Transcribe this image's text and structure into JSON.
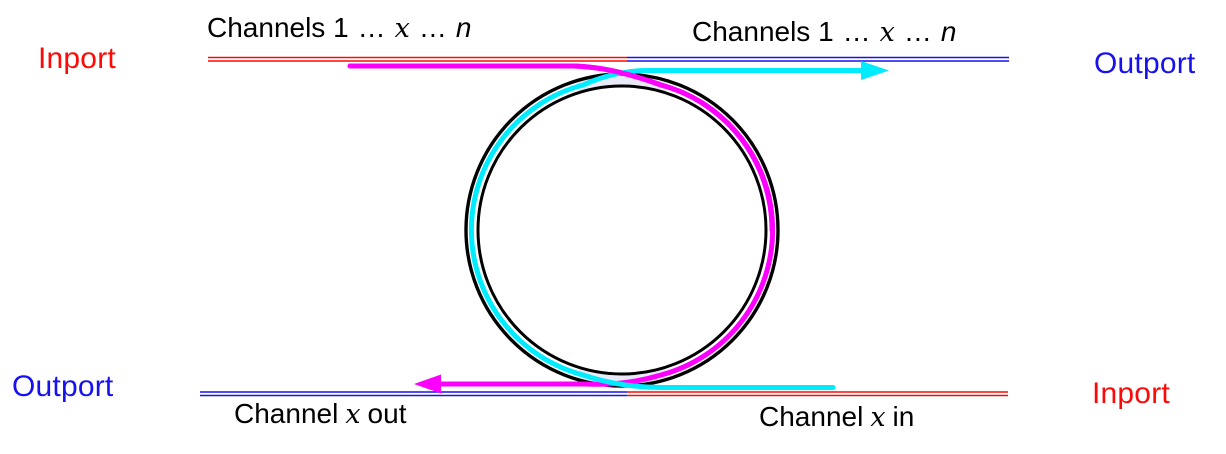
{
  "colors": {
    "red": "#fb0a07",
    "blue": "#1711ee",
    "magenta": "#fd00fd",
    "cyan": "#00ecfe",
    "black": "#000000",
    "pale_fill": "#e8ebf7",
    "background": "#ffffff"
  },
  "ports": {
    "top_left": "Inport",
    "top_right": "Outport",
    "bottom_left": "Outport",
    "bottom_right": "Inport"
  },
  "channel_labels": {
    "top_left": {
      "prefix": "Channels 1",
      "dots1": "…",
      "x": "x",
      "dots2": "…",
      "n": "n"
    },
    "top_right": {
      "prefix": "Channels 1",
      "dots1": "…",
      "x": "x",
      "dots2": "…",
      "n": "n"
    },
    "bottom_left": {
      "prefix": "Channel",
      "x": "x",
      "suffix": "out"
    },
    "bottom_right": {
      "prefix": "Channel",
      "x": "x",
      "suffix": "in"
    }
  },
  "icons": {
    "ring": "ring-resonator",
    "cyan_arrow": "through-channel-arrow-right",
    "magenta_arrow": "drop-channel-arrow-left"
  }
}
